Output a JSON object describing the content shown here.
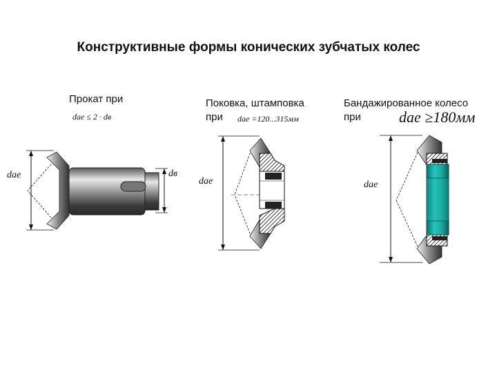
{
  "title": "Конструктивные формы конических зубчатых колес",
  "variants": [
    {
      "caption_line1": "Прокат при",
      "formula": "dae ≤ 2 · dв",
      "labels": {
        "left": "dae",
        "right": "dв"
      }
    },
    {
      "caption_line1": "Поковка, штамповка",
      "caption_line2": "при",
      "formula": "dae =120...315мм",
      "labels": {
        "left": "dae"
      }
    },
    {
      "caption_line1": "Бандажированное колесо",
      "caption_line2": "при",
      "formula": "dae ≥180мм",
      "labels": {
        "left": "dae"
      }
    }
  ],
  "colors": {
    "steel_dark": "#3a3a3a",
    "steel_light": "#d9d9d9",
    "hub_teal": "#1fb5ad",
    "ink": "#111111"
  }
}
